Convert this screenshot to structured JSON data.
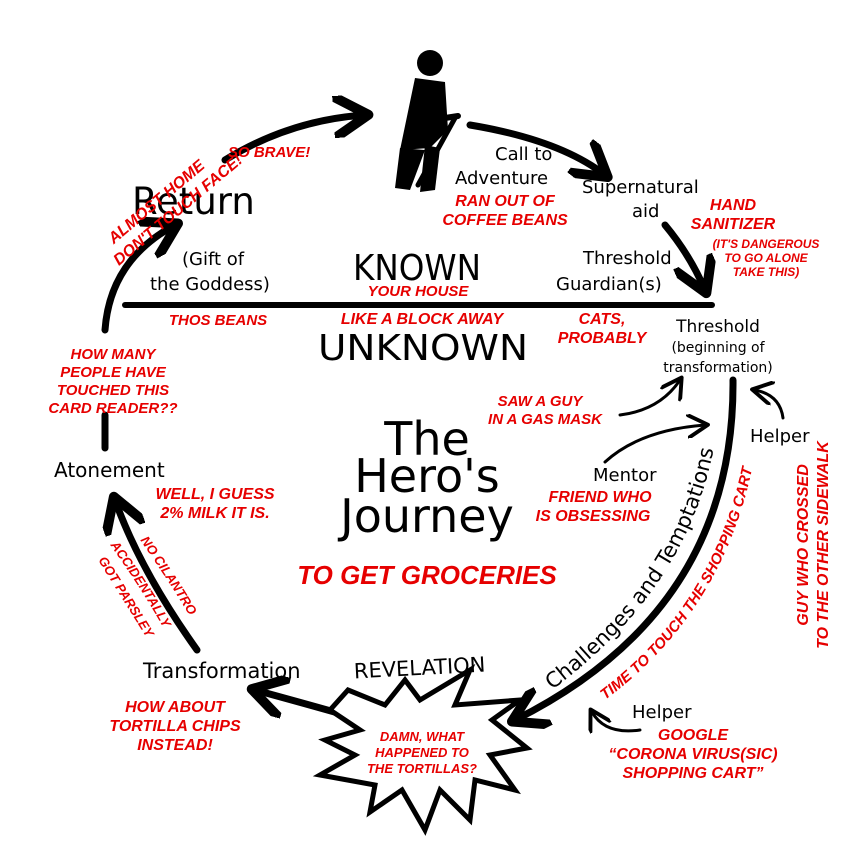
{
  "colors": {
    "stage_text": "#000000",
    "annotation_text": "#e60000",
    "background": "#ffffff"
  },
  "title": {
    "line1": "The",
    "line2": "Hero's",
    "line3": "Journey",
    "subtitle": "TO GET GROCERIES"
  },
  "divider": {
    "known": "KNOWN",
    "known_note": "YOUR HOUSE",
    "unknown": "UNKNOWN",
    "unknown_note": "LIKE A BLOCK AWAY"
  },
  "stages": {
    "call_to_adventure": {
      "line1": "Call to",
      "line2": "Adventure",
      "note1": "RAN OUT OF",
      "note2": "COFFEE BEANS"
    },
    "supernatural_aid": {
      "line1": "Supernatural",
      "line2": "aid",
      "note1": "HAND",
      "note2": "SANITIZER",
      "aside1": "(IT'S DANGEROUS",
      "aside2": "TO GO ALONE",
      "aside3": "TAKE THIS)"
    },
    "threshold_guardians": {
      "line1": "Threshold",
      "line2": "Guardian(s)",
      "note1": "CATS,",
      "note2": "PROBABLY"
    },
    "threshold": {
      "line1": "Threshold",
      "line2": "(beginning of",
      "line3": "transformation)"
    },
    "threshold_note": {
      "line1": "SAW A GUY",
      "line2": "IN A GAS MASK"
    },
    "helper_top": {
      "label": "Helper",
      "note1": "GUY WHO CROSSED",
      "note2": "TO THE OTHER SIDEWALK"
    },
    "mentor": {
      "label": "Mentor",
      "note1": "FRIEND WHO",
      "note2": "IS OBSESSING"
    },
    "challenges": {
      "label": "Challenges and Temptations",
      "note": "TIME TO TOUCH THE SHOPPING CART"
    },
    "helper_bottom": {
      "label": "Helper",
      "note1": "GOOGLE",
      "note2": "“CORONA VIRUS(SIC)",
      "note3": "SHOPPING CART”"
    },
    "revelation": {
      "label": "REVELATION",
      "note1": "DAMN, WHAT",
      "note2": "HAPPENED TO",
      "note3": "THE TORTILLAS?"
    },
    "transformation": {
      "label": "Transformation",
      "note1": "HOW ABOUT",
      "note2": "TORTILLA CHIPS",
      "note3": "INSTEAD!",
      "arc_note1": "NO CILANTRO",
      "arc_note2": "ACCIDENTALLY",
      "arc_note3": "GOT PARSLEY"
    },
    "atonement": {
      "label": "Atonement",
      "note1": "WELL, I GUESS",
      "note2": "2% MILK IT IS."
    },
    "gift": {
      "line1": "(Gift of",
      "line2": "the Goddess)",
      "note": "THOS BEANS"
    },
    "card_reader": {
      "line1": "HOW MANY",
      "line2": "PEOPLE HAVE",
      "line3": "TOUCHED THIS",
      "line4": "CARD READER??"
    },
    "return": {
      "label": "Return",
      "note1": "ALMOST HOME",
      "note2": "DON'T TOUCH FACE!"
    },
    "hero": {
      "note": "SO BRAVE!"
    }
  },
  "icons": {
    "hero": "hiker-icon"
  }
}
